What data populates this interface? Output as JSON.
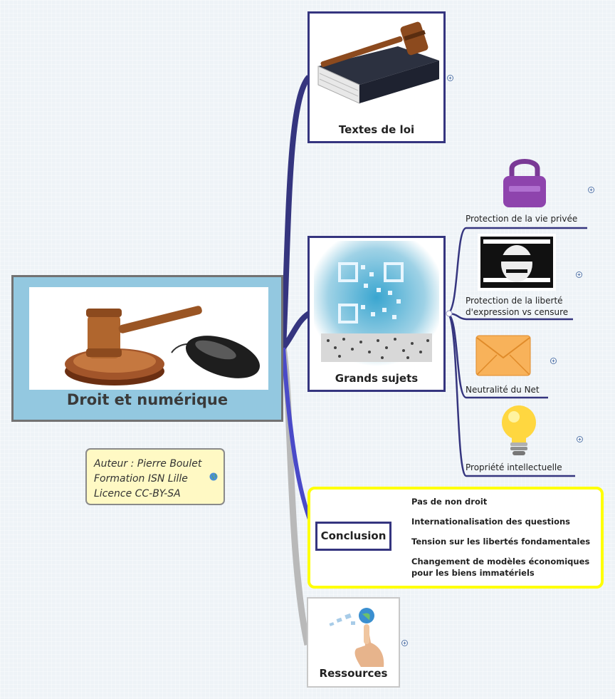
{
  "central": {
    "title": "Droit et numérique"
  },
  "note": {
    "lines": [
      "Auteur : Pierre Boulet",
      "Formation ISN Lille",
      "Licence CC-BY-SA"
    ]
  },
  "topics": {
    "textes": "Textes de loi",
    "grands": "Grands sujets",
    "conclusion": "Conclusion",
    "ressources": "Ressources"
  },
  "subtopics": {
    "vie_privee": "Protection de la vie privée",
    "expression_line1": "Protection de la liberté",
    "expression_line2": "d'expression vs censure",
    "neutralite": "Neutralité du Net",
    "propriete": "Propriété intellectuelle"
  },
  "conclusion_items": {
    "item1": "Pas de non droit",
    "item2": "Internationalisation des questions",
    "item3": "Tension sur les libertés fondamentales",
    "item4_line1": "Changement de modèles économiques",
    "item4_line2": "pour les biens immatériels"
  },
  "colors": {
    "branch": "#3c3c96",
    "branch_light": "#5050c8",
    "grey_branch": "#b4b4b4",
    "central_fill": "#93c8e0",
    "highlight": "#ffff00",
    "note_fill": "#fff9c4"
  },
  "icons": [
    "gavel-icon",
    "book-icon",
    "padlock-icon",
    "censorship-icon",
    "envelope-icon",
    "lightbulb-icon",
    "globe-icon",
    "hand-icon",
    "expand-icon"
  ]
}
